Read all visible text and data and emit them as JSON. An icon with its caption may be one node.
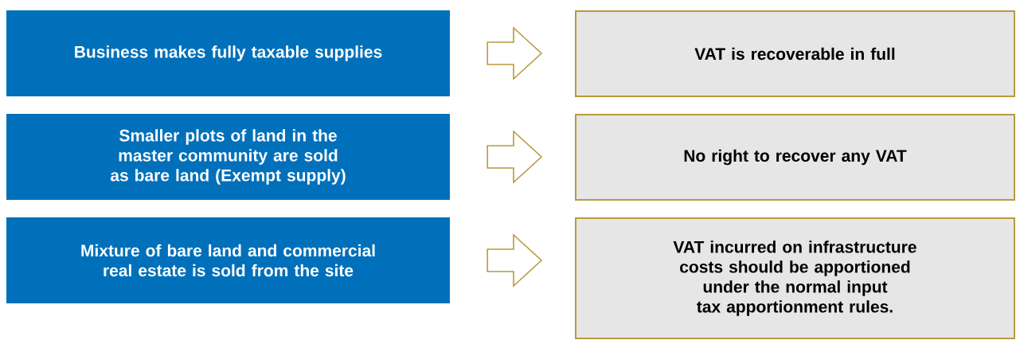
{
  "diagram": {
    "nodes": [
      {
        "text": [
          "Business makes fully taxable supplies"
        ]
      },
      {
        "text": [
          "VAT is recoverable in full"
        ]
      },
      {
        "text": [
          "Smaller plots of land in the master community are sold as bare land (Exempt supply)"
        ]
      },
      {
        "text": [
          "No right to recover any VAT"
        ]
      },
      {
        "text": [
          "Mixture of bare land and commercial real estate is sold from the site"
        ]
      },
      {
        "text": [
          "VAT incurred on infrastructure costs should be apportioned under the normal input tax apportionment rules."
        ]
      }
    ],
    "edges": [
      {
        "from": 0,
        "to": 1,
        "arrow": "to"
      },
      {
        "from": 2,
        "to": 3,
        "arrow": "to"
      },
      {
        "from": 4,
        "to": 5,
        "arrow": "to"
      }
    ]
  }
}
